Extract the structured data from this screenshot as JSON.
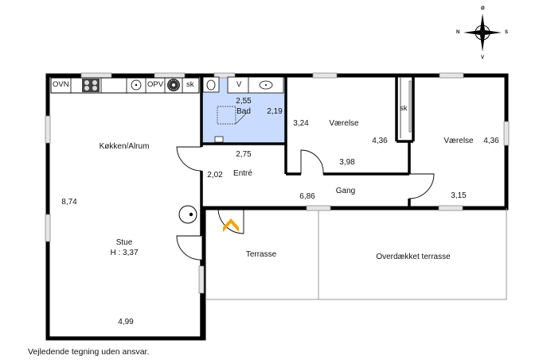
{
  "compass": {
    "north": "N",
    "south": "S",
    "east": "Ø",
    "west": "V"
  },
  "fixtures": {
    "oven": "OVN",
    "dishwasher": "OPV",
    "closet_kitchen": "sk",
    "washer": "V",
    "closet_bedroom": "sk"
  },
  "rooms": {
    "kitchen": "Køkken/Alrum",
    "bath": "Bad",
    "entry": "Entré",
    "bedroom1": "Værelse",
    "bedroom2": "Værelse",
    "hall": "Gang",
    "living": "Stue",
    "living_height": "H : 3,37",
    "terrace": "Terrasse",
    "covered_terrace": "Overdækket terrasse"
  },
  "dimensions": {
    "bath_w": "2,55",
    "bath_h": "2,19",
    "entry_w": "2,75",
    "entry_h": "2,02",
    "bed1_h": "3,24",
    "bed1_w": "3,98",
    "bed1_d": "4,36",
    "bed2_d": "4,36",
    "hall_w": "6,86",
    "hall_w2": "3,15",
    "living_h": "8,74",
    "living_w": "4,99"
  },
  "caption": "Vejledende tegning uden ansvar.",
  "colors": {
    "wall": "#000000",
    "bath_fill": "#c9dcff",
    "door_marker": "#f5a300",
    "window": "#cfcfcf"
  }
}
